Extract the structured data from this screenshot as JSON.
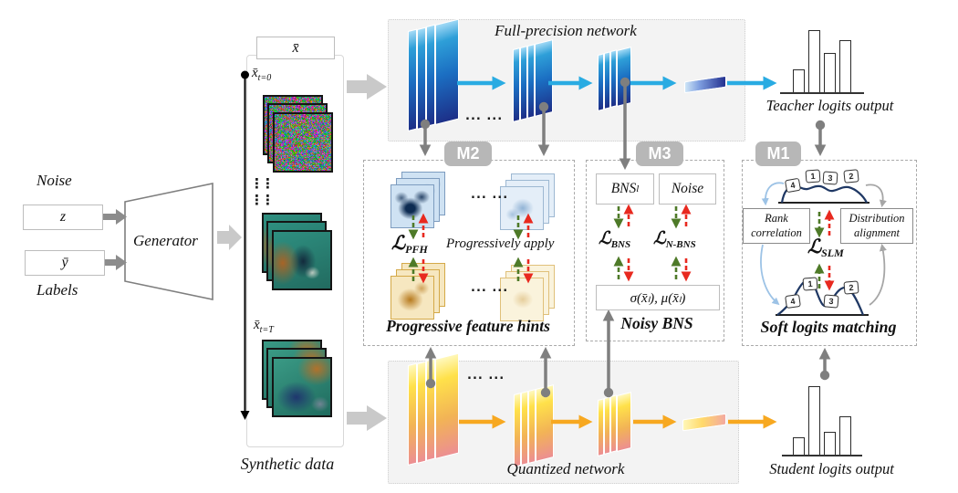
{
  "generator_section": {
    "noise_label": "Noise",
    "z_label": "z",
    "y_label": "ȳ",
    "labels_label": "Labels",
    "generator_label": "Generator"
  },
  "synthetic": {
    "xbar_label": "x̄",
    "xt0": {
      "base": "x̄",
      "sub": "t=0"
    },
    "xtT": {
      "base": "x̄",
      "sub": "t=T"
    },
    "vdots": "⋮⋮",
    "caption": "Synthetic data"
  },
  "teacher_net": {
    "title": "Full-precision network",
    "dots": "... ...",
    "output_label": "Teacher logits output",
    "bars": [
      25,
      68,
      43,
      57
    ]
  },
  "student_net": {
    "title": "Quantized network",
    "dots": "... ...",
    "output_label": "Student logits output",
    "bars": [
      19,
      75,
      25,
      42
    ]
  },
  "m2": {
    "badge": "M2",
    "dots_top": "... ...",
    "dots_bottom": "... ...",
    "loss_pfh": {
      "base": "ℒ",
      "sub": "PFH"
    },
    "progressively_apply": "Progressively apply",
    "caption": "Progressive feature hints"
  },
  "m3": {
    "badge": "M3",
    "bns_box": {
      "base": "BNS",
      "sub": "l"
    },
    "noise_box": "Noise",
    "loss_bns": {
      "base": "ℒ",
      "sub": "BNS"
    },
    "loss_nbns": {
      "base": "ℒ",
      "sub": "N-BNS"
    },
    "stats_box": "σ(x̄ₗ), μ(x̄ₗ)",
    "caption": "Noisy BNS"
  },
  "m1": {
    "badge": "M1",
    "rank_box": {
      "line1": "Rank",
      "line2": "correlation"
    },
    "dist_box": {
      "line1": "Distribution",
      "line2": "alignment"
    },
    "loss_slm": {
      "base": "ℒ",
      "sub": "SLM"
    },
    "caption": "Soft logits matching",
    "top_chips": [
      "4",
      "1",
      "3",
      "2"
    ],
    "bottom_chips": [
      "4",
      "1",
      "3",
      "2"
    ]
  },
  "colors": {
    "teacher_arrow": "#29abe2",
    "student_arrow": "#f7a820",
    "connector": "#7f7f7f",
    "green_arrow": "#4e7a28",
    "red_arrow": "#e8291f",
    "badge_gray": "#b7b7b7",
    "dist_curve": "#1f3864",
    "left_arc": "#9dc3e6",
    "right_arc": "#a6a6a6"
  }
}
